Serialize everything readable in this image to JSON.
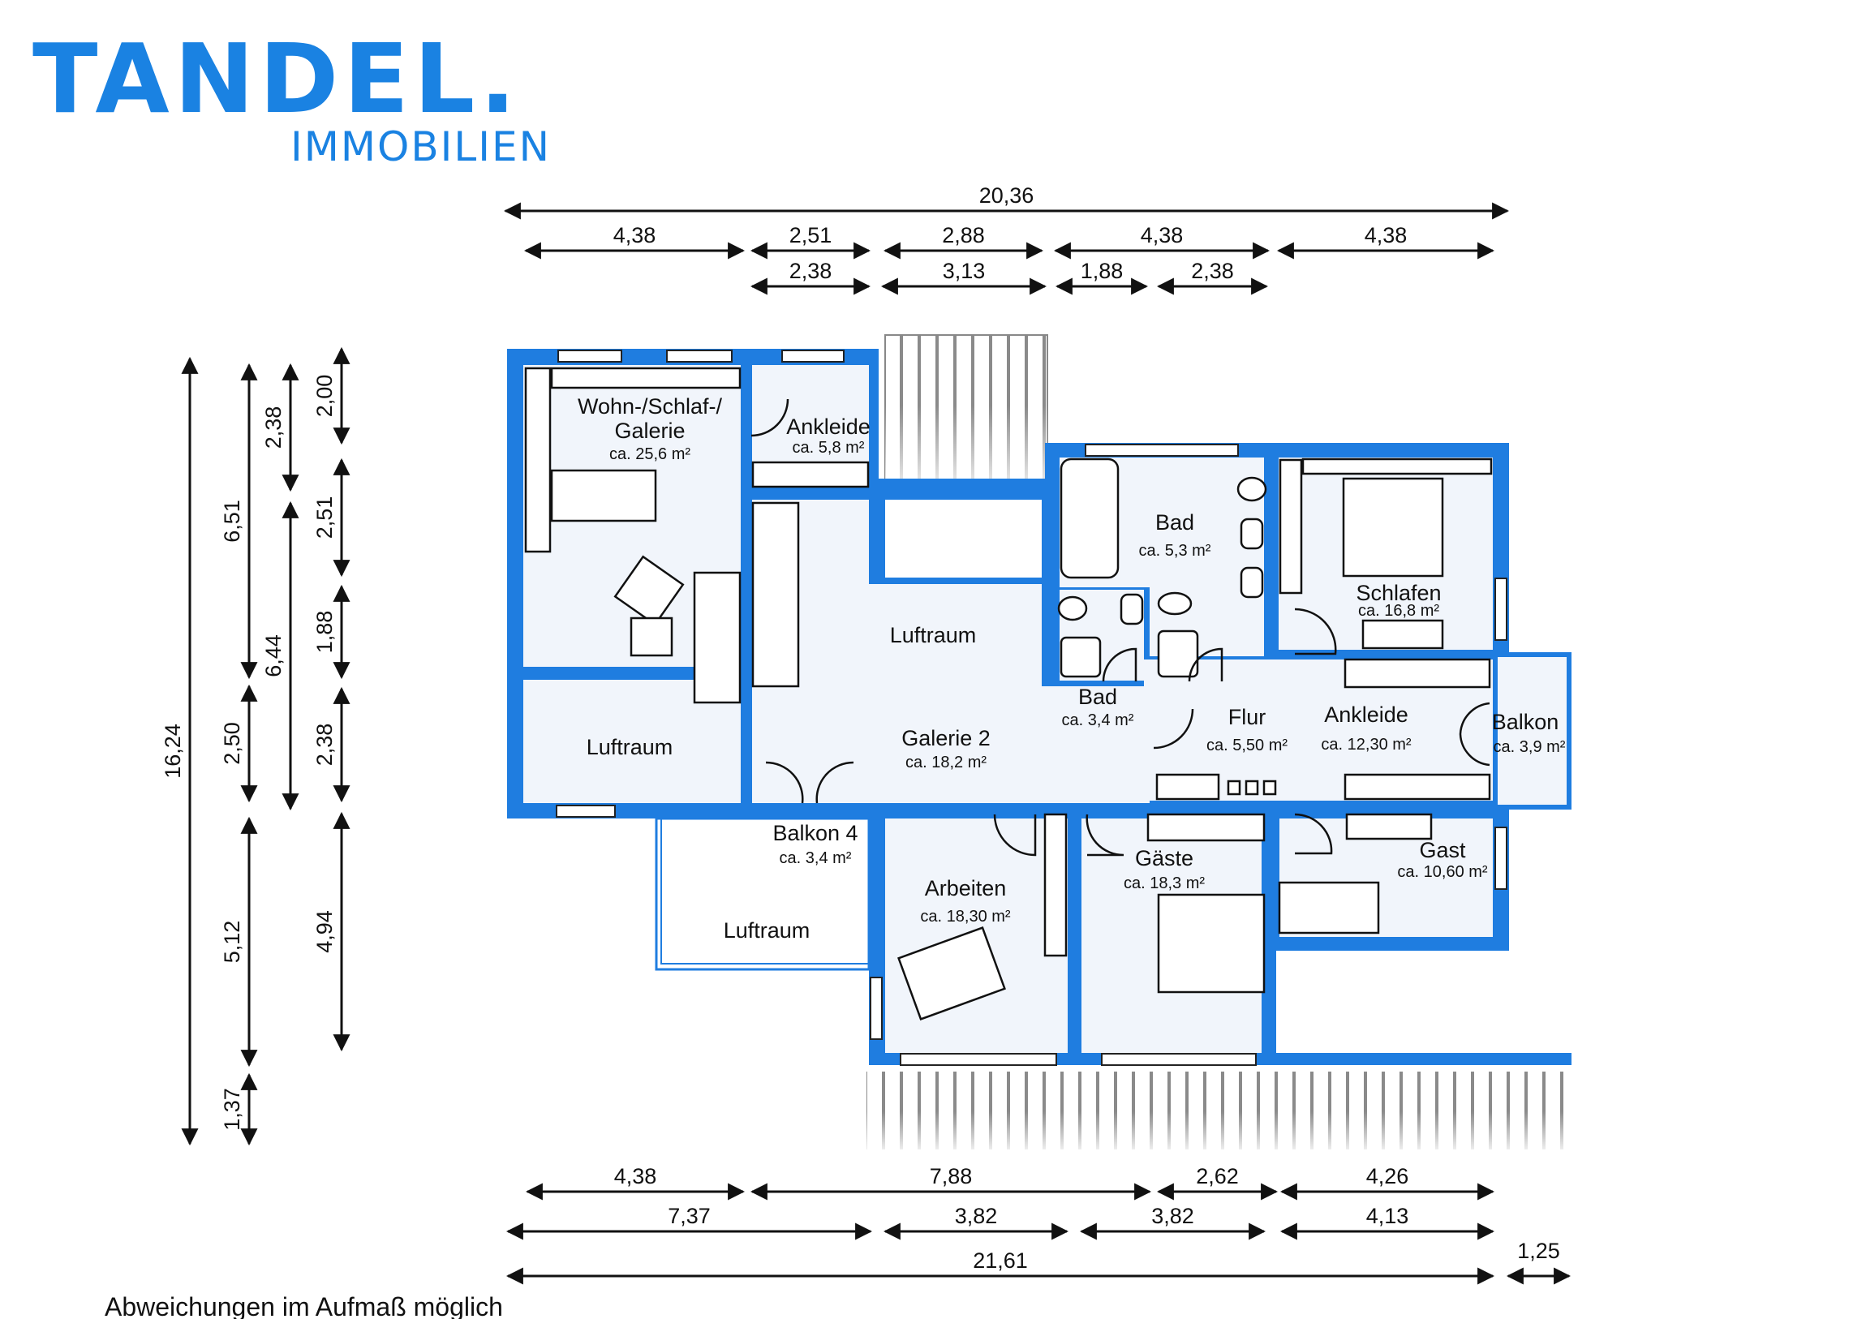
{
  "logo": {
    "brand": "TANDEL.",
    "subtitle": "IMMOBILIEN",
    "color": "#1a82e2"
  },
  "colors": {
    "wall": "#1f7de0",
    "floor": "#f1f5fb"
  },
  "dimensions": {
    "top_total": "20,36",
    "top_row1": [
      "4,38",
      "2,51",
      "2,88",
      "4,38",
      "4,38"
    ],
    "top_row2": [
      "2,38",
      "3,13",
      "1,88",
      "2,38"
    ],
    "bottom_row1": [
      "4,38",
      "7,88",
      "2,62",
      "4,26"
    ],
    "bottom_row2": [
      "7,37",
      "3,82",
      "3,82",
      "4,13"
    ],
    "bottom_total": "21,61",
    "bottom_extra": "1,25",
    "left_total": "16,24",
    "left_col1": [
      "6,51",
      "2,50",
      "5,12",
      "1,37"
    ],
    "left_col2": [
      "2,38",
      "6,44"
    ],
    "left_col3": [
      "2,00",
      "2,51",
      "1,88",
      "2,38",
      "4,94"
    ]
  },
  "rooms": [
    {
      "name": "Wohn-/Schlaf-/",
      "name2": "Galerie",
      "area": "ca. 25,6 m²"
    },
    {
      "name": "Ankleide",
      "area": "ca. 5,8 m²"
    },
    {
      "name": "Bad",
      "area": "ca. 5,3 m²"
    },
    {
      "name": "Schlafen",
      "area": "ca. 16,8 m²"
    },
    {
      "name": "Luftraum"
    },
    {
      "name": "Bad",
      "area": "ca. 3,4 m²"
    },
    {
      "name": "Flur",
      "area": "ca. 5,50 m²"
    },
    {
      "name": "Ankleide",
      "area": "ca. 12,30 m²"
    },
    {
      "name": "Balkon",
      "area": "ca. 3,9 m²"
    },
    {
      "name": "Galerie 2",
      "area": "ca. 18,2 m²"
    },
    {
      "name": "Luftraum"
    },
    {
      "name": "Balkon 4",
      "area": "ca. 3,4 m²"
    },
    {
      "name": "Arbeiten",
      "area": "ca. 18,30 m²"
    },
    {
      "name": "Gäste",
      "area": "ca. 18,3 m²"
    },
    {
      "name": "Gast",
      "area": "ca. 10,60 m²"
    },
    {
      "name": "Luftraum"
    }
  ],
  "footer": "Abweichungen im Aufmaß möglich"
}
